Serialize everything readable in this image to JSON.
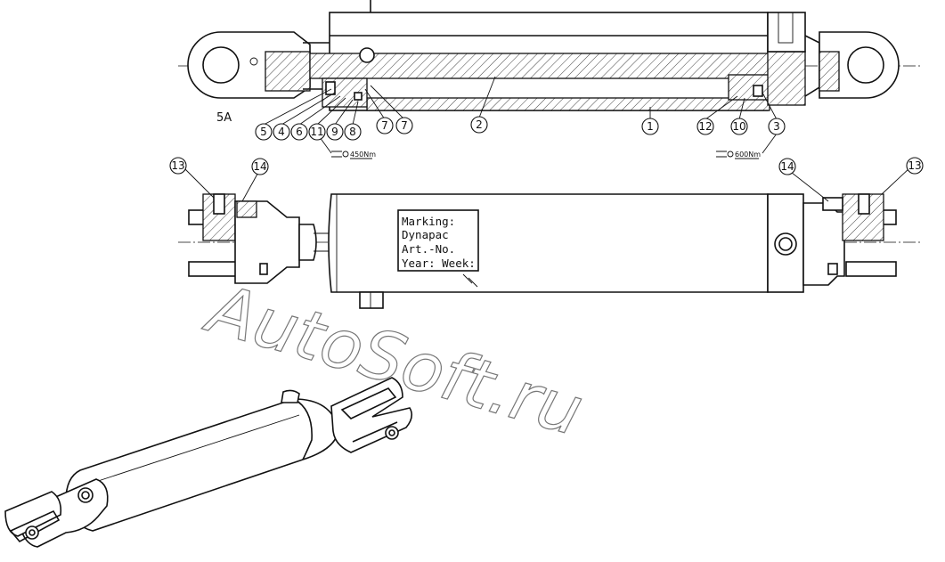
{
  "view_label": "5A",
  "callouts_top": [
    {
      "id": "c5",
      "n": "5"
    },
    {
      "id": "c4",
      "n": "4"
    },
    {
      "id": "c6",
      "n": "6"
    },
    {
      "id": "c11",
      "n": "11"
    },
    {
      "id": "c9",
      "n": "9"
    },
    {
      "id": "c8",
      "n": "8"
    },
    {
      "id": "c7a",
      "n": "7"
    },
    {
      "id": "c7b",
      "n": "7"
    },
    {
      "id": "c2",
      "n": "2"
    },
    {
      "id": "c1",
      "n": "1"
    },
    {
      "id": "c12",
      "n": "12"
    },
    {
      "id": "c10",
      "n": "10"
    },
    {
      "id": "c3",
      "n": "3"
    }
  ],
  "callouts_middle": [
    {
      "id": "m13a",
      "n": "13"
    },
    {
      "id": "m14a",
      "n": "14"
    },
    {
      "id": "m14b",
      "n": "14"
    },
    {
      "id": "m13b",
      "n": "13"
    }
  ],
  "torque_left": "450Nm",
  "torque_right": "600Nm",
  "marking_lines": [
    "Marking:",
    "Dynapac",
    "Art.-No.",
    "Year: Week:"
  ],
  "watermark": "AutoSoft.ru",
  "colors": {
    "line": "#111111",
    "background": "#ffffff",
    "watermark": "#777777"
  }
}
